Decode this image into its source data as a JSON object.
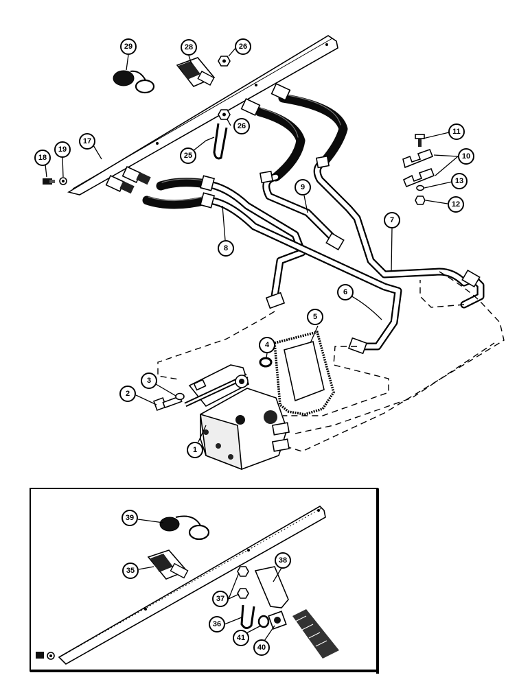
{
  "callouts": {
    "c1": "1",
    "c2": "2",
    "c3": "3",
    "c4": "4",
    "c5": "5",
    "c6": "6",
    "c7": "7",
    "c8": "8",
    "c9": "9",
    "c10": "10",
    "c11": "11",
    "c12": "12",
    "c13": "13",
    "c17": "17",
    "c18": "18",
    "c19": "19",
    "c25": "25",
    "c26a": "26",
    "c26b": "26",
    "c28": "28",
    "c29": "29",
    "c35": "35",
    "c36": "36",
    "c37": "37",
    "c38": "38",
    "c39": "39",
    "c40": "40",
    "c41": "41"
  }
}
